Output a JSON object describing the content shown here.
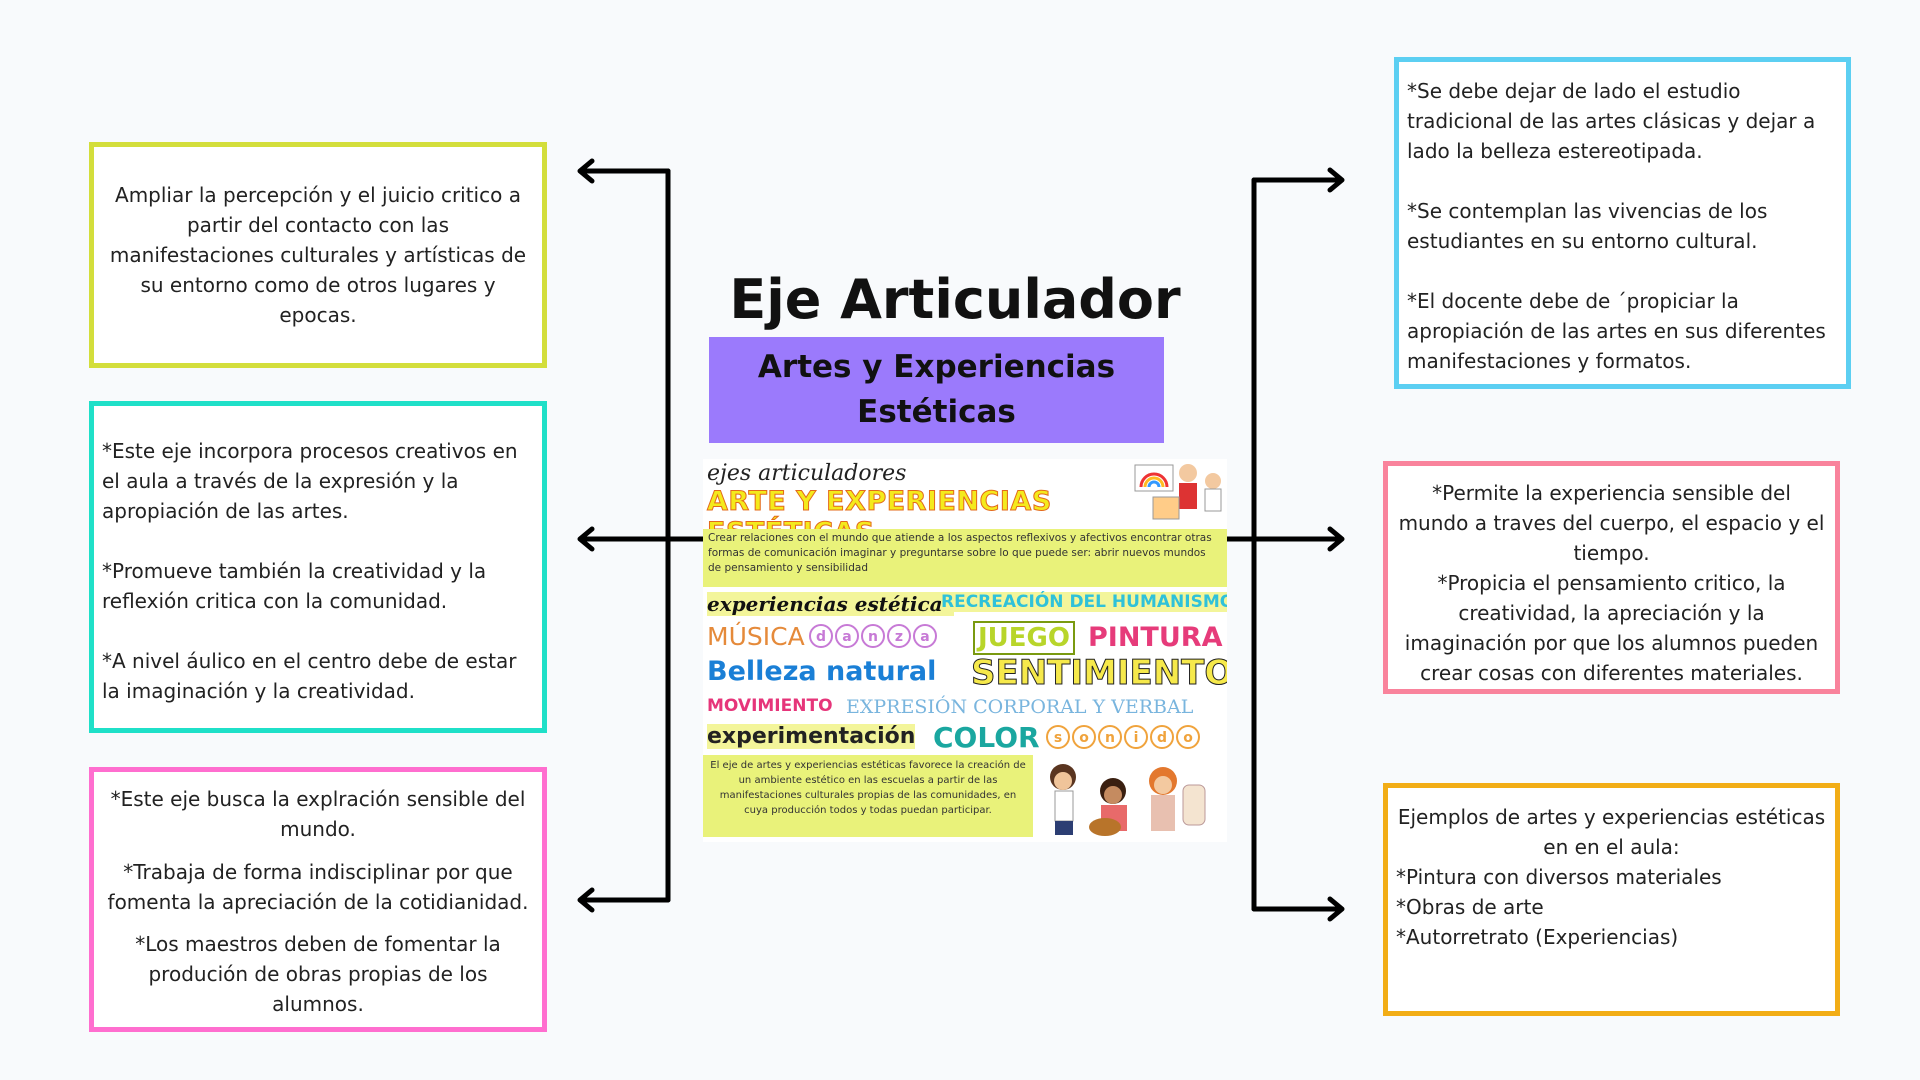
{
  "title": "Eje Articulador",
  "subtitle": "Artes y Experiencias Estéticas",
  "poster": {
    "kicker": "ejes articuladores",
    "title": "ARTE Y EXPERIENCIAS ESTÉTICAS",
    "description": "Crear relaciones con el mundo que atiende a los aspectos reflexivos y afectivos encontrar otras formas de comunicación imaginar y preguntarse sobre lo que puede ser: abrir nuevos mundos de pensamiento y sensibilidad",
    "words": {
      "experiencias": "experiencias estéticas",
      "recreacion": "RECREACIÓN DEL HUMANISMO",
      "musica": "MÚSICA",
      "danza": [
        "d",
        "a",
        "n",
        "z",
        "a"
      ],
      "juego": "JUEGO",
      "pintura": "PINTURA",
      "belleza": "Belleza natural",
      "sentimientos": "SENTIMIENTOS",
      "movimiento": "MOVIMIENTO",
      "expresion": "EXPRESIÓN CORPORAL Y VERBAL",
      "experimentacion": "experimentación",
      "color": "COLOR",
      "sonido": [
        "s",
        "o",
        "n",
        "i",
        "d",
        "o"
      ]
    },
    "footer": "El eje de artes y experiencias estéticas favorece la creación de un ambiente estético en las escuelas a partir de las manifestaciones culturales propias de las comunidades, en cuya producción todos y todas puedan participar."
  },
  "boxes": {
    "b1": {
      "lines": [
        "Ampliar la percepción y el juicio critico a partir del contacto con las manifestaciones culturales y artísticas de su entorno como de otros lugares y epocas."
      ]
    },
    "b2": {
      "lines": [
        "*Este eje incorpora procesos creativos en el aula a través de la expresión y la apropiación de las artes.",
        "*Promueve también la creatividad y la reflexión critica con la comunidad.",
        "*A nivel áulico en el centro debe de estar la imaginación y la creatividad."
      ]
    },
    "b3": {
      "lines": [
        "*Este eje busca la explración sensible del mundo.",
        "*Trabaja de forma indisciplinar por que fomenta la apreciación de la cotidianidad.",
        "*Los maestros deben de fomentar la produción de obras propias de los alumnos."
      ]
    },
    "b4": {
      "lines": [
        "*Se debe dejar de lado el estudio tradicional de las artes clásicas y dejar a lado la belleza estereotipada.",
        "*Se contemplan las vivencias de los estudiantes en su entorno cultural.",
        "*El docente debe de ´propiciar la apropiación de las artes en sus diferentes manifestaciones y formatos."
      ]
    },
    "b5": {
      "lines": [
        "*Permite la experiencia sensible del mundo a traves del cuerpo, el espacio y el tiempo.",
        "*Propicia el pensamiento critico, la creatividad, la apreciación y la imaginación por que los alumnos pueden crear cosas con diferentes materiales."
      ]
    },
    "b6": {
      "heading": "Ejemplos de artes y experiencias estéticas en  en el aula:",
      "items": [
        "*Pintura con diversos materiales",
        "*Obras de arte",
        "*Autorretrato (Experiencias)"
      ]
    }
  },
  "colors": {
    "b1": "#d3de3b",
    "b2": "#1fe0c8",
    "b3": "#ff6ecf",
    "b4": "#5ccff2",
    "b5": "#f9839c",
    "b6": "#f2ad16",
    "subtitle_bg": "#9b7afc"
  }
}
